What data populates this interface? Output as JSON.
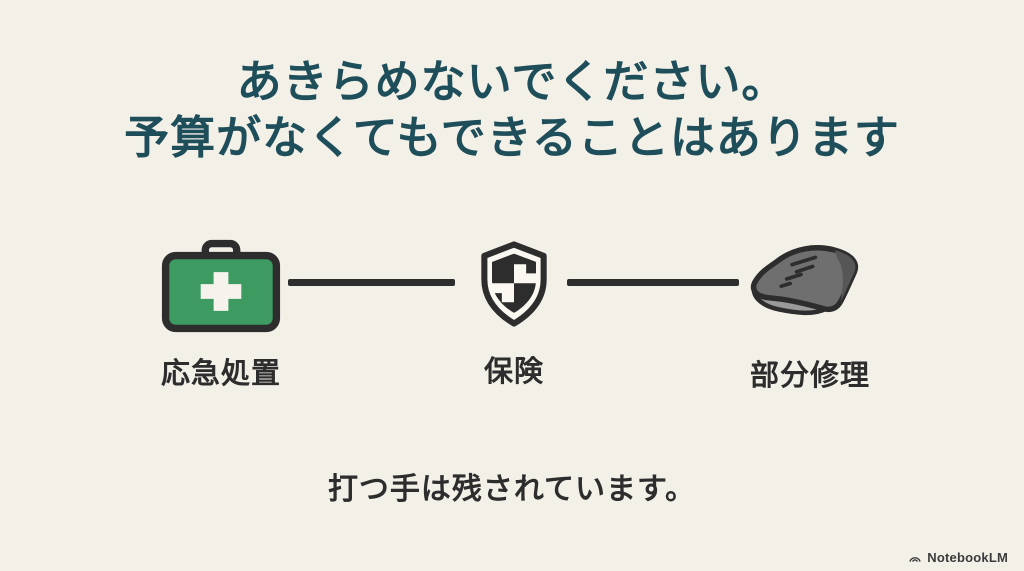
{
  "slide": {
    "title": {
      "line1": "あきらめないでください。",
      "line2": "予算がなくてもできることはあります"
    },
    "steps": [
      {
        "icon": "first-aid-kit-icon",
        "label": "応急処置"
      },
      {
        "icon": "shield-icon",
        "label": "保険"
      },
      {
        "icon": "tarp-icon",
        "label": "部分修理"
      }
    ],
    "footer_text": "打つ手は残されています。",
    "watermark": {
      "logo": "notebooklm-logo-icon",
      "text": "NotebookLM"
    },
    "colors": {
      "background": "#f3f0e8",
      "title_teal": "#1f4e5b",
      "ink": "#2d2d2d",
      "first_aid_green": "#3d9b62",
      "cross_white": "#f6f3ec",
      "tarp_gray": "#6f6f6f",
      "tarp_underside_gray": "#9a9a9a",
      "watermark_gray": "#3c3c3c"
    }
  }
}
